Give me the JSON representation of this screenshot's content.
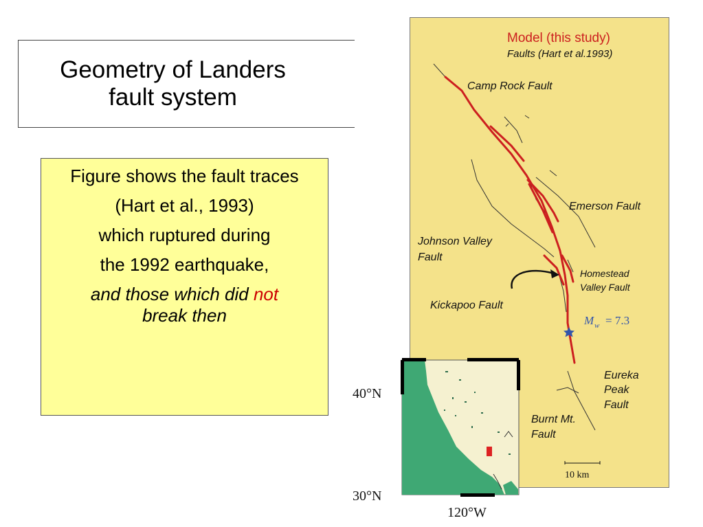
{
  "title": {
    "line1": "Geometry of Landers",
    "line2": "fault system"
  },
  "note": {
    "line1": "Figure shows the fault traces",
    "line2": "(Hart et al., 1993)",
    "line3": "which ruptured during",
    "line4": "the 1992 earthquake,",
    "line5_part1": "and those which did ",
    "line5_part2": "not",
    "line5_part3": "break then"
  },
  "map": {
    "legend_model": "Model (this study)",
    "legend_faults": "Faults (Hart et al.1993)",
    "faults": {
      "camp_rock": "Camp Rock Fault",
      "emerson": "Emerson Fault",
      "johnson_valley_1": "Johnson Valley",
      "johnson_valley_2": "Fault",
      "homestead_1": "Homestead",
      "homestead_2": "Valley Fault",
      "kickapoo": "Kickapoo Fault",
      "eureka_1": "Eureka",
      "eureka_2": "Peak",
      "eureka_3": "Fault",
      "burnt_1": "Burnt Mt.",
      "burnt_2": "Fault"
    },
    "magnitude_symbol": "M",
    "magnitude_sub": "w",
    "magnitude_value": "= 7.3",
    "scale_label": "10 km",
    "colors": {
      "model_fault": "#cc1f1f",
      "observed_fault": "#333333",
      "epicenter": "#3355aa",
      "panel": "#f4e28a"
    }
  },
  "inset": {
    "lat_north": "40°N",
    "lat_south": "30°N",
    "lon": "120°W",
    "colors": {
      "ocean": "#3fa874",
      "land": "#f5f1d0",
      "study_area": "#dd2222"
    }
  }
}
